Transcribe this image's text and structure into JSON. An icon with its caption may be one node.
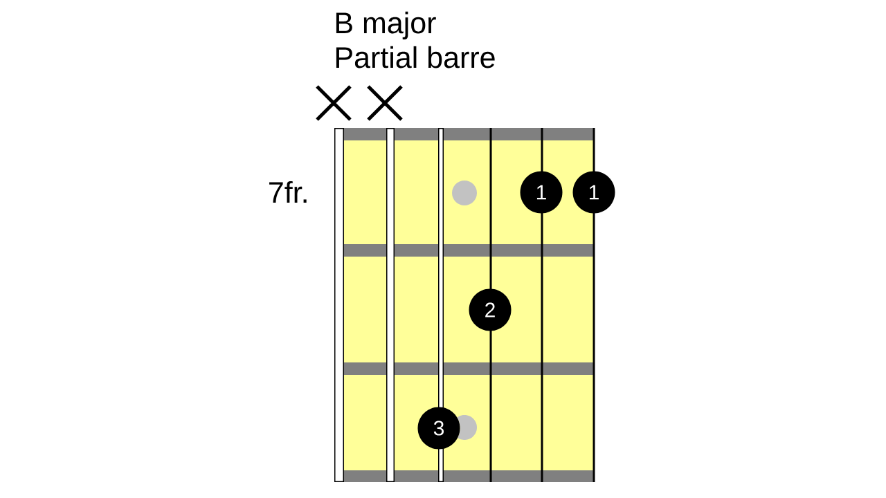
{
  "diagram": {
    "title": "B major",
    "nodes": [
      {
        "text": [],
        "shape": "circle"
      },
      {
        "text": [
          "1"
        ]
      },
      {
        "text": [
          "1"
        ]
      },
      {
        "text": [
          "2"
        ]
      },
      {
        "text": [
          "3"
        ]
      },
      {
        "text": [],
        "shape": "circle"
      }
    ],
    "labels": [
      "Partial barre",
      "7fr."
    ]
  }
}
